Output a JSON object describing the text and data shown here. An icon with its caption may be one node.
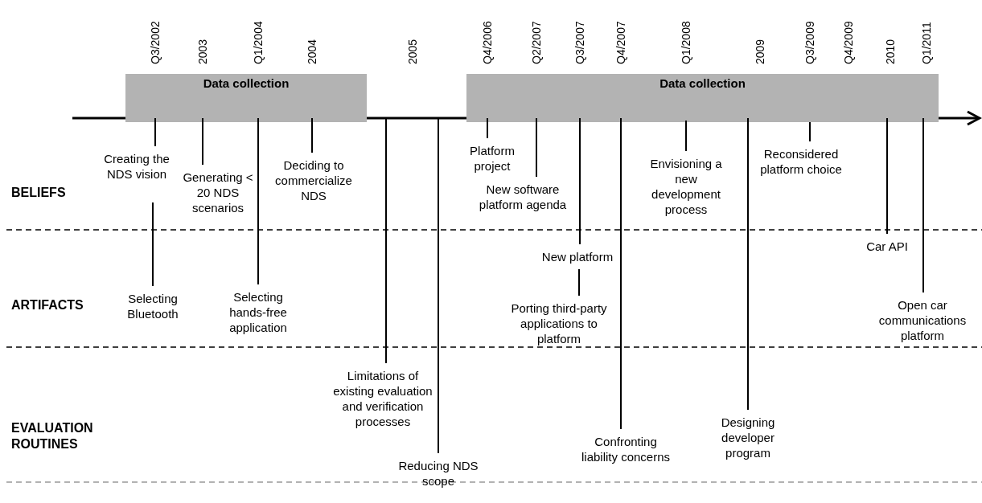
{
  "diagram": {
    "nodes": [
      {
        "text": [
          "Data collection"
        ]
      },
      {
        "text": [
          "Data collection"
        ]
      },
      {
        "text": [
          "Creating the NDS vision"
        ]
      },
      {
        "text": [
          "Generating < 20 NDS scenarios"
        ]
      },
      {
        "text": [
          "Deciding to commercialize NDS"
        ]
      },
      {
        "text": [
          "Platform project"
        ]
      },
      {
        "text": [
          "New software platform agenda"
        ]
      },
      {
        "text": [
          "Envisioning a new development process"
        ]
      },
      {
        "text": [
          "Reconsidered platform choice"
        ]
      },
      {
        "text": [
          "Selecting Bluetooth"
        ]
      },
      {
        "text": [
          "Selecting hands-free application"
        ]
      },
      {
        "text": [
          "New platform"
        ]
      },
      {
        "text": [
          "Car API"
        ]
      },
      {
        "text": [
          "Porting third-party applications to platform"
        ]
      },
      {
        "text": [
          "Open car communications platform"
        ]
      },
      {
        "text": [
          "Limitations of existing evaluation and verification processes"
        ]
      },
      {
        "text": [
          "Reducing NDS scope"
        ]
      },
      {
        "text": [
          "Confronting liability concerns"
        ]
      },
      {
        "text": [
          "Designing developer program"
        ]
      }
    ],
    "edges": [
      {
        "from": 2,
        "to": 0,
        "arrow": "none"
      },
      {
        "from": 3,
        "to": 0,
        "arrow": "none"
      },
      {
        "from": 4,
        "to": 0,
        "arrow": "none"
      },
      {
        "from": 5,
        "to": 1,
        "arrow": "none"
      },
      {
        "from": 6,
        "to": 1,
        "arrow": "none"
      },
      {
        "from": 7,
        "to": 1,
        "arrow": "none"
      },
      {
        "from": 8,
        "to": 1,
        "arrow": "none"
      },
      {
        "from": 9,
        "to": null,
        "arrow": "none"
      },
      {
        "from": 10,
        "to": 0,
        "arrow": "none"
      },
      {
        "from": 11,
        "to": 1,
        "arrow": "none"
      },
      {
        "from": 12,
        "to": 1,
        "arrow": "none"
      },
      {
        "from": 13,
        "to": 11,
        "arrow": "none"
      },
      {
        "from": 14,
        "to": 1,
        "arrow": "none"
      },
      {
        "from": 15,
        "to": null,
        "arrow": "none"
      },
      {
        "from": 16,
        "to": null,
        "arrow": "none"
      },
      {
        "from": 17,
        "to": 1,
        "arrow": "none"
      },
      {
        "from": 18,
        "to": 1,
        "arrow": "none"
      }
    ],
    "labels": [
      "Q3/2002",
      "2003",
      "Q1/2004",
      "2004",
      "2005",
      "Q4/2006",
      "Q2/2007",
      "Q3/2007",
      "Q4/2007",
      "Q1/2008",
      "2009",
      "Q3/2009",
      "Q4/2009",
      "2010",
      "Q1/2011",
      "BELIEFS",
      "ARTIFACTS",
      "EVALUATION ROUTINES"
    ]
  }
}
